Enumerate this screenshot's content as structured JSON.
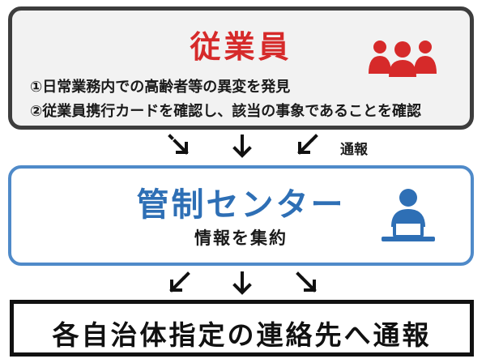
{
  "employee": {
    "title": "従業員",
    "line1": "①日常業務内での高齢者等の異変を発見",
    "line2": "②従業員携行カードを確認し、該当の事象であることを確認",
    "icon": "people-group-icon"
  },
  "flow": {
    "notify_label": "通報"
  },
  "control_center": {
    "title": "管制センター",
    "subtitle": "情報を集約",
    "icon": "operator-at-laptop-icon"
  },
  "report": {
    "text": "各自治体指定の連絡先へ通報"
  },
  "colors": {
    "employee_accent": "#d62a2a",
    "center_accent": "#2e6fb5",
    "center_border": "#4f8ac9",
    "employee_border": "#3d3d3d",
    "employee_background": "#f2f2f2",
    "report_border": "#111111"
  }
}
